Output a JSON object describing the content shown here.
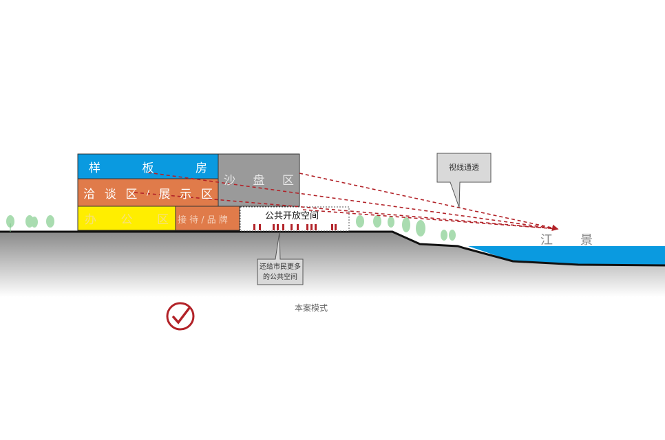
{
  "zones": {
    "sample_room": [
      "样",
      "板",
      "房"
    ],
    "sand_table": [
      "沙",
      "盘",
      "区"
    ],
    "negotiation": [
      "洽",
      "谈",
      "区",
      "/",
      "展",
      "示",
      "区"
    ],
    "office": [
      "办",
      "公",
      "区"
    ],
    "reception": "接 待 / 品 牌",
    "public_space": "公共开放空间"
  },
  "callouts": {
    "sightline": "视线通透",
    "return_public": [
      "还给市民更多",
      "的公共空间"
    ]
  },
  "river_view": [
    "江",
    "景"
  ],
  "caption": "本案模式",
  "colors": {
    "blue": "#0a9ae0",
    "orange": "#e07b4a",
    "gray": "#9a9a9a",
    "yellow": "#ffee00",
    "water": "#0a9ae0",
    "red": "#b22228"
  }
}
